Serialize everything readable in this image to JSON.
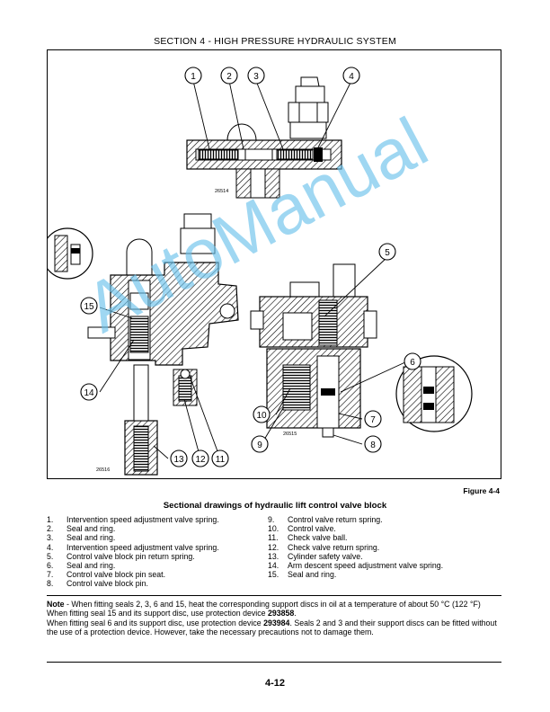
{
  "header": "SECTION 4 - HIGH PRESSURE HYDRAULIC SYSTEM",
  "figure": {
    "callouts": [
      "1",
      "2",
      "3",
      "4",
      "5",
      "6",
      "7",
      "8",
      "9",
      "10",
      "11",
      "12",
      "13",
      "14",
      "15"
    ],
    "code_top": "26514",
    "code_right": "26515",
    "code_left": "26516"
  },
  "watermark": "AutoManual",
  "figure_number": "Figure 4-4",
  "caption": "Sectional drawings of hydraulic lift control valve block",
  "legend_left": [
    {
      "n": "1.",
      "t": "Intervention speed adjustment valve spring."
    },
    {
      "n": "2.",
      "t": "Seal and ring."
    },
    {
      "n": "3.",
      "t": "Seal and ring."
    },
    {
      "n": "4.",
      "t": "Intervention speed adjustment valve spring."
    },
    {
      "n": "5.",
      "t": "Control valve block pin return spring."
    },
    {
      "n": "6.",
      "t": "Seal and ring."
    },
    {
      "n": "7.",
      "t": "Control valve block pin seat."
    },
    {
      "n": "8.",
      "t": "Control valve block pin."
    }
  ],
  "legend_right": [
    {
      "n": "9.",
      "t": "Control valve return spring."
    },
    {
      "n": "10.",
      "t": "Control valve."
    },
    {
      "n": "11.",
      "t": "Check valve ball."
    },
    {
      "n": "12.",
      "t": "Check valve return spring."
    },
    {
      "n": "13.",
      "t": "Cylinder safety valve."
    },
    {
      "n": "14.",
      "t": "Arm descent speed adjustment valve spring."
    },
    {
      "n": "15.",
      "t": "Seal and ring."
    }
  ],
  "note": {
    "label": "Note",
    "line1": " - When fitting seals 2, 3, 6 and 15, heat the corresponding support discs in oil at a temperature of about 50 °C (122 °F)",
    "line2_a": "When fitting seal 15 and its support disc, use protection device ",
    "line2_b": "293858",
    "line2_c": ".",
    "line3_a": "When fitting seal 6 and its support disc, use protection device ",
    "line3_b": "293984",
    "line3_c": ". Seals 2 and 3 and their support discs can be fitted without the use of a protection device. However, take the necessary precautions not to damage them."
  },
  "page_number": "4-12"
}
